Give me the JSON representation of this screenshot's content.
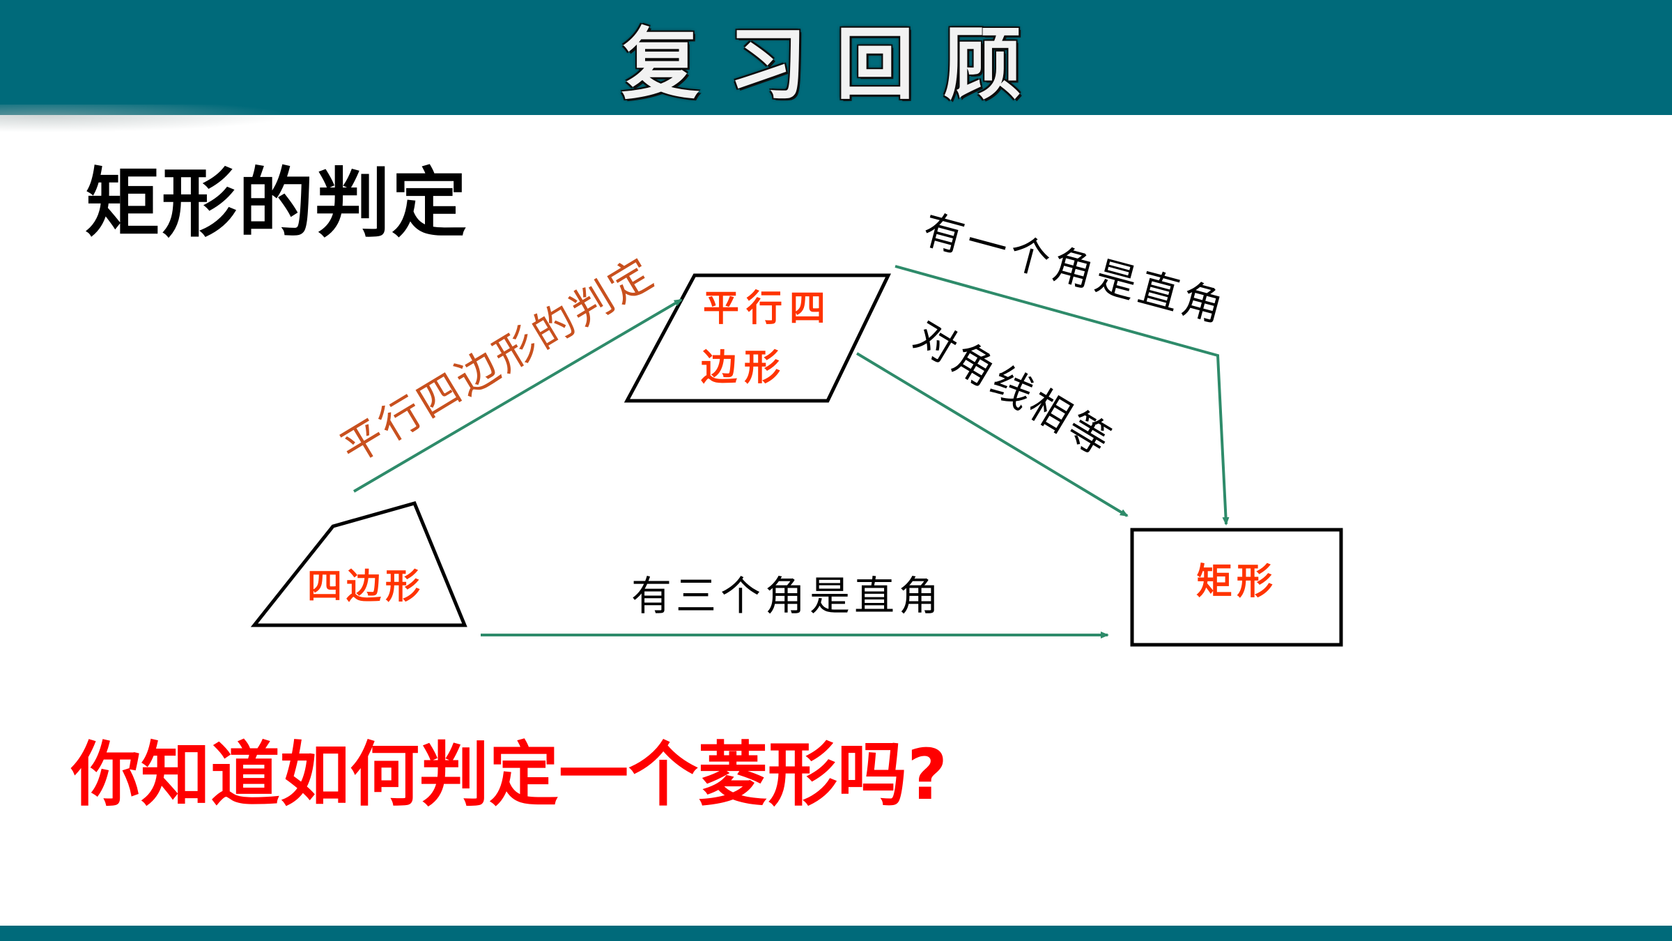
{
  "header": {
    "title": "复习回顾"
  },
  "subtitle": "矩形的判定",
  "diagram": {
    "nodes": {
      "quadrilateral": "四边形",
      "parallelogram_line1": "平行四",
      "parallelogram_line2": "边形",
      "rectangle": "矩形"
    },
    "conditions": {
      "quad_to_parallelogram": "平行四边形的判定",
      "one_right_angle": "有一个角是直角",
      "equal_diagonals": "对角线相等",
      "three_right_angles": "有三个角是直角"
    },
    "colors": {
      "arrow": "#2e8b6a",
      "node_label": "#ff3300",
      "condition_red": "#c8501e",
      "header": "#006a7a",
      "question": "#ff0000"
    }
  },
  "question": "你知道如何判定一个菱形吗?"
}
